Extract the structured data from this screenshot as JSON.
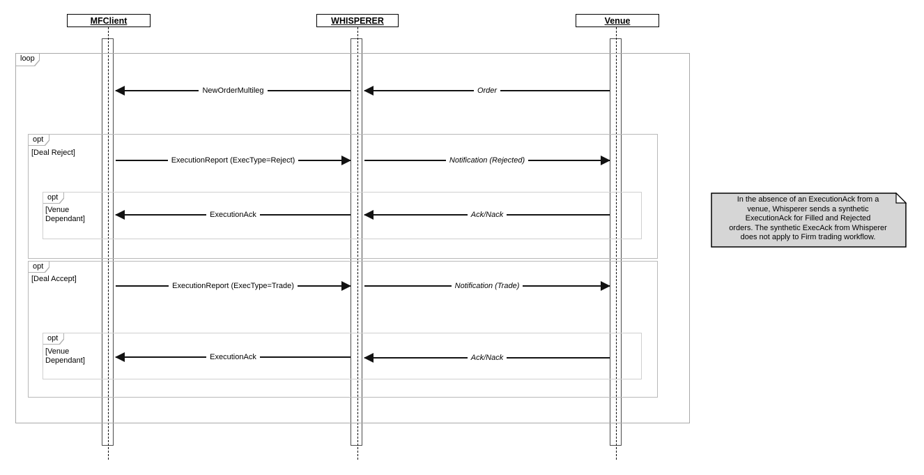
{
  "actors": [
    {
      "name": "MFClient"
    },
    {
      "name": "WHISPERER"
    },
    {
      "name": "Venue"
    }
  ],
  "frames": [
    {
      "type": "loop",
      "label": "loop",
      "guard": ""
    },
    {
      "type": "opt",
      "label": "opt",
      "guard": "[Deal Reject]"
    },
    {
      "type": "opt",
      "label": "opt",
      "guard": "[Venue\nDependant]"
    },
    {
      "type": "opt",
      "label": "opt",
      "guard": "[Deal Accept]"
    },
    {
      "type": "opt",
      "label": "opt",
      "guard": "[Venue\nDependant]"
    }
  ],
  "messages": [
    {
      "label": "NewOrderMultileg",
      "from": "WHISPERER",
      "to": "MFClient",
      "italic": false
    },
    {
      "label": "Order",
      "from": "Venue",
      "to": "WHISPERER",
      "italic": true
    },
    {
      "label": "ExecutionReport (ExecType=Reject)",
      "from": "MFClient",
      "to": "WHISPERER",
      "italic": false
    },
    {
      "label": "Notification (Rejected)",
      "from": "WHISPERER",
      "to": "Venue",
      "italic": true
    },
    {
      "label": "ExecutionAck",
      "from": "WHISPERER",
      "to": "MFClient",
      "italic": false
    },
    {
      "label": "Ack/Nack",
      "from": "Venue",
      "to": "WHISPERER",
      "italic": true
    },
    {
      "label": "ExecutionReport (ExecType=Trade)",
      "from": "MFClient",
      "to": "WHISPERER",
      "italic": false
    },
    {
      "label": "Notification (Trade)",
      "from": "WHISPERER",
      "to": "Venue",
      "italic": true
    },
    {
      "label": "ExecutionAck",
      "from": "WHISPERER",
      "to": "MFClient",
      "italic": false
    },
    {
      "label": "Ack/Nack",
      "from": "Venue",
      "to": "WHISPERER",
      "italic": true
    }
  ],
  "note": {
    "text": "In the absence of an ExecutionAck from a\nvenue, Whisperer sends a synthetic\nExecutionAck for Filled and Rejected\norders. The synthetic ExecAck from Whisperer\ndoes not apply to Firm trading workflow."
  },
  "colors": {
    "note_fill": "#d6d6d6",
    "frame_border": "#b3b3b3",
    "message_line": "#121212"
  }
}
